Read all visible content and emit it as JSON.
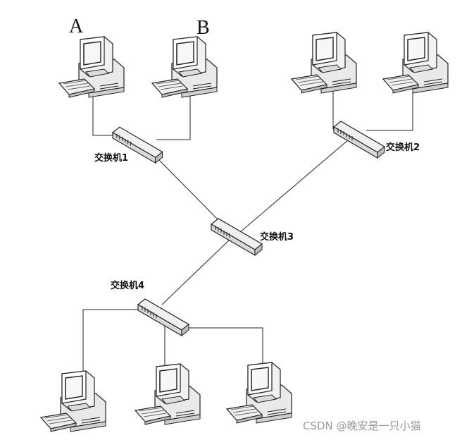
{
  "nodes": {
    "pc_a_label": "A",
    "pc_b_label": "B"
  },
  "switches": {
    "s1": "交换机1",
    "s2": "交换机2",
    "s3": "交换机3",
    "s4": "交换机4"
  },
  "watermark": "CSDN @晚安是一只小猫"
}
